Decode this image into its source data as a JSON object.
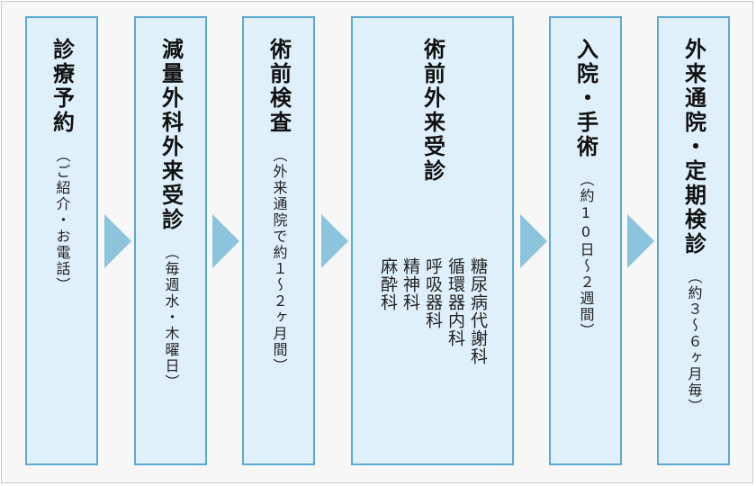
{
  "steps": [
    {
      "title": "診療予約",
      "sub": "（ご紹介・お電話）"
    },
    {
      "title": "減量外科外来受診",
      "sub": "（毎週水・木曜日）"
    },
    {
      "title": "術前検査",
      "sub": "（外来通院で約１〜２ヶ月間）"
    },
    {
      "title": "術前外来受診",
      "departments": [
        "糖尿病代謝科",
        "循環器内科",
        "呼吸器科",
        "精神科",
        "麻酔科"
      ]
    },
    {
      "title": "入院・手術",
      "sub": "（約10日〜２週間）"
    },
    {
      "title": "外来通院・定期検診",
      "sub": "（約３〜６ヶ月毎）"
    }
  ]
}
